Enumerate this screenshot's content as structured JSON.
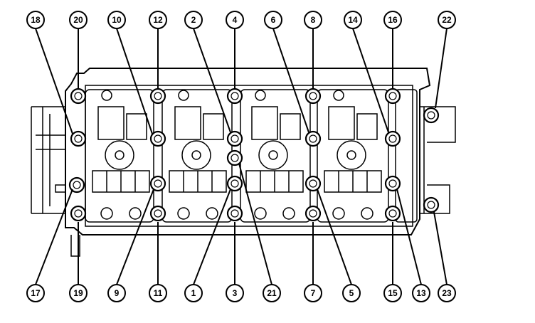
{
  "diagram": {
    "callouts_top": [
      "18",
      "20",
      "10",
      "12",
      "2",
      "4",
      "6",
      "8",
      "14",
      "16",
      "22"
    ],
    "callouts_bottom": [
      "17",
      "19",
      "9",
      "11",
      "1",
      "3",
      "21",
      "7",
      "5",
      "15",
      "13",
      "23"
    ]
  },
  "colors": {
    "ink": "#000000",
    "paper": "#ffffff"
  }
}
